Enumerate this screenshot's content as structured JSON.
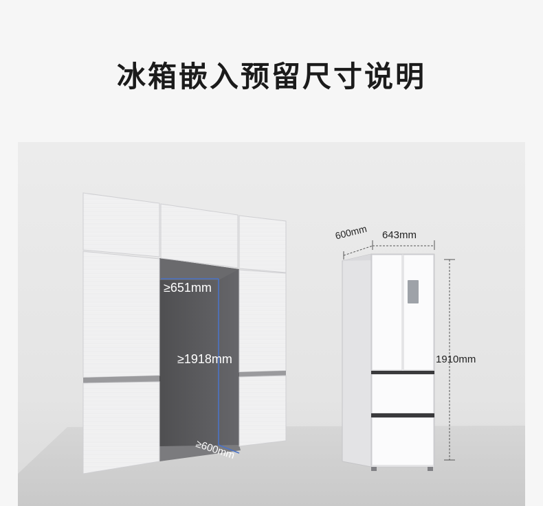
{
  "title": "冰箱嵌入预留尺寸说明",
  "cabinet_dims": {
    "width": "≥651mm",
    "height": "≥1918mm",
    "depth": "≥600mm"
  },
  "fridge_dims": {
    "depth": "600mm",
    "width": "643mm",
    "height": "1910mm"
  },
  "colors": {
    "niche": "#5e5e60",
    "cabinet": "#f3f3f4",
    "dim_line": "#4b73c7"
  }
}
